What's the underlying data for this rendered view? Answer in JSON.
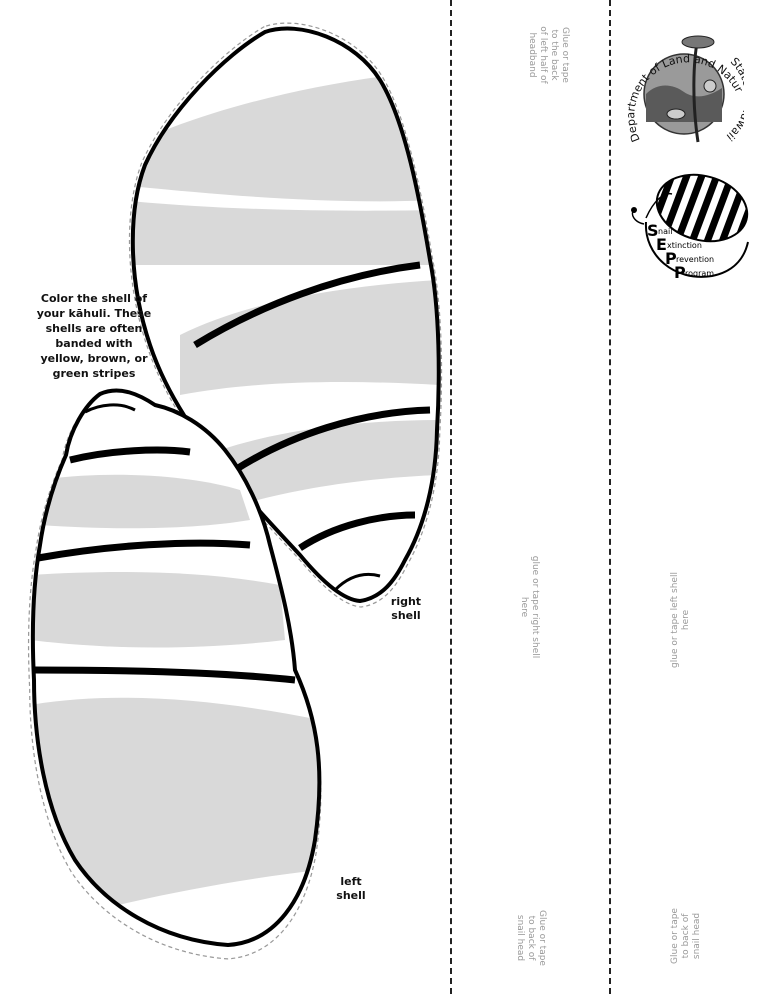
{
  "instructions": "Color the shell of\nyour kāhuli. These\nshells are often\nbanded with\nyellow, brown, or\ngreen stripes",
  "labels": {
    "right_shell": "right\nshell",
    "left_shell": "left\nshell"
  },
  "tabs": {
    "glue_left_half_headband": "Glue or tape\nto the back\nof left half of\nheadband",
    "glue_right_shell": "glue or tape right shell\nhere",
    "glue_back_head_1": "Glue or tape\nto back of\nsnail head",
    "glue_left_shell": "glue or tape left shell\nhere",
    "glue_back_head_2": "Glue or tape\nto back of\nsnail head"
  },
  "logos": {
    "dlnr_arc_top": "Department of Land and Natural Resources",
    "dlnr_arc_side": "State of Hawaii",
    "seep_letters": [
      "S",
      "E",
      "P",
      "P"
    ],
    "seep_words": [
      "nail",
      "xtinction",
      "revention",
      "rogram"
    ]
  },
  "colors": {
    "band_fill": "#d9d9d9",
    "outline": "#000000",
    "cut_line": "#999999",
    "faint_text": "#9a9a9a"
  }
}
